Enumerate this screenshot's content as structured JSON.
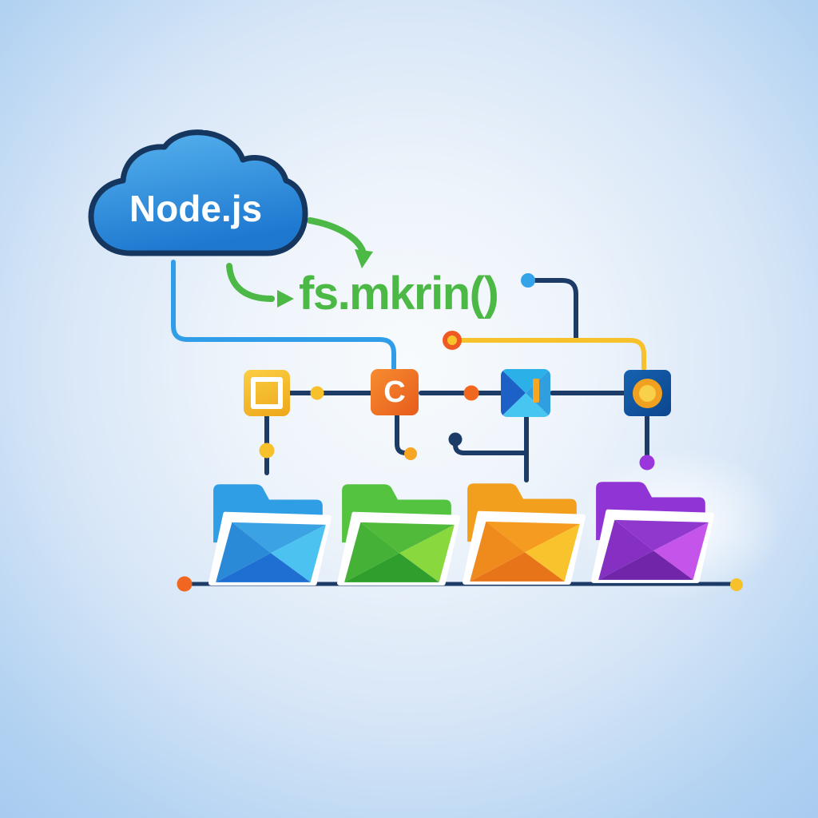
{
  "cloud": {
    "label": "Node.js",
    "fill_top": "#58b4ee",
    "fill_bottom": "#1e78d0",
    "outline": "#15375f"
  },
  "function_label": {
    "text": "fs.mkrin()",
    "color": "#4cb845"
  },
  "colors": {
    "navy": "#1c3b66",
    "green": "#4cb845",
    "sky": "#2f9de8",
    "yellow": "#f6c12b",
    "orange": "#f2671f",
    "amber": "#f6a623",
    "purple": "#9b35dc"
  },
  "pipeline": {
    "nodes": [
      {
        "name": "square-outline-node",
        "icon": "square-outline-icon",
        "color": "#f5b92b"
      },
      {
        "name": "letter-c-node",
        "label": "C",
        "color": "#ef6c1e"
      },
      {
        "name": "faceted-square-node",
        "icon": "faceted-square-bar-icon",
        "color": "#2cb0e8"
      },
      {
        "name": "target-node",
        "icon": "circle-dot-icon",
        "color": "#0f4f9b"
      }
    ]
  },
  "folders": [
    {
      "name": "blue-folder",
      "back": "#2f9ee4",
      "sheet": "#ffffff",
      "facet_top": "#3ba2e4",
      "facet_right": "#4cc2f0",
      "facet_bottom": "#1f6fd2",
      "facet_left": "#2b8ad8"
    },
    {
      "name": "green-folder",
      "back": "#53c340",
      "sheet": "#ffffff",
      "facet_top": "#52ba3b",
      "facet_right": "#88d83e",
      "facet_bottom": "#2f9e2c",
      "facet_left": "#45b237"
    },
    {
      "name": "orange-folder",
      "back": "#f29f1e",
      "sheet": "#ffffff",
      "facet_top": "#f49b20",
      "facet_right": "#f9c32d",
      "facet_bottom": "#e8741a",
      "facet_left": "#ef8a1d"
    },
    {
      "name": "purple-folder",
      "back": "#9134d6",
      "sheet": "#ffffff",
      "facet_top": "#9038ce",
      "facet_right": "#c554ea",
      "facet_bottom": "#7125a8",
      "facet_left": "#8530c2"
    }
  ]
}
